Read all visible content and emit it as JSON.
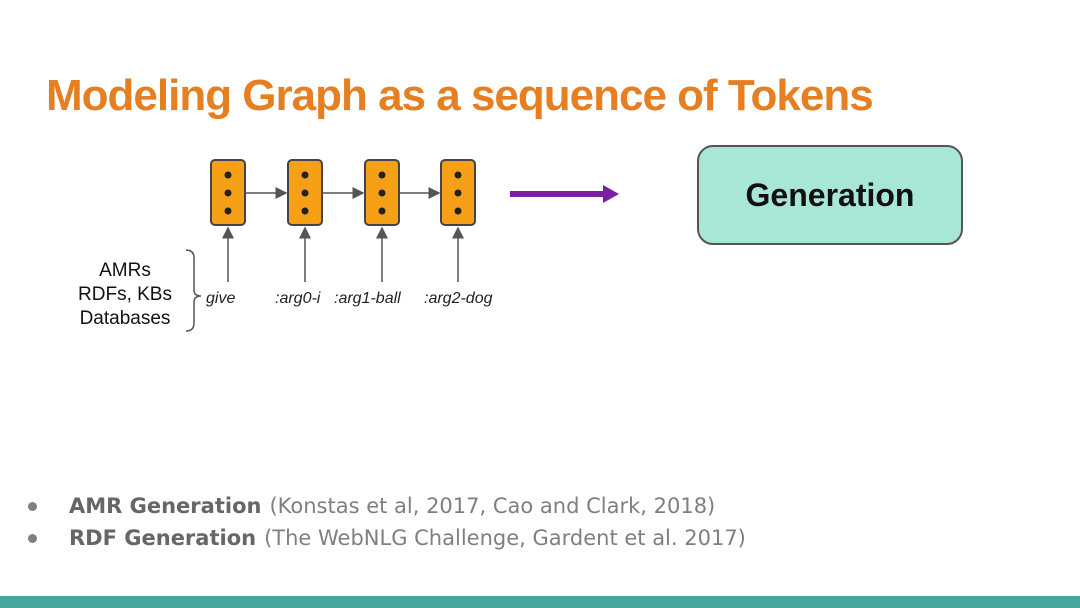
{
  "slide": {
    "title": "Modeling Graph as a sequence of Tokens"
  },
  "diagram": {
    "sources": [
      "AMRs",
      "RDFs, KBs",
      "Databases"
    ],
    "tokens": [
      "give",
      ":arg0-i",
      ":arg1-ball",
      ":arg2-dog"
    ],
    "output_label": "Generation",
    "colors": {
      "cell_fill": "#F5A017",
      "output_fill": "#A8E6D6",
      "arrow": "#7B1FA2"
    }
  },
  "bullets": [
    {
      "bold": "AMR Generation",
      "text": "(Konstas et al, 2017, Cao and Clark, 2018)"
    },
    {
      "bold": "RDF Generation",
      "text": "(The WebNLG Challenge, Gardent et al. 2017)"
    }
  ],
  "colors": {
    "title": "#E67E22",
    "bottom_bar": "#45A89A"
  }
}
